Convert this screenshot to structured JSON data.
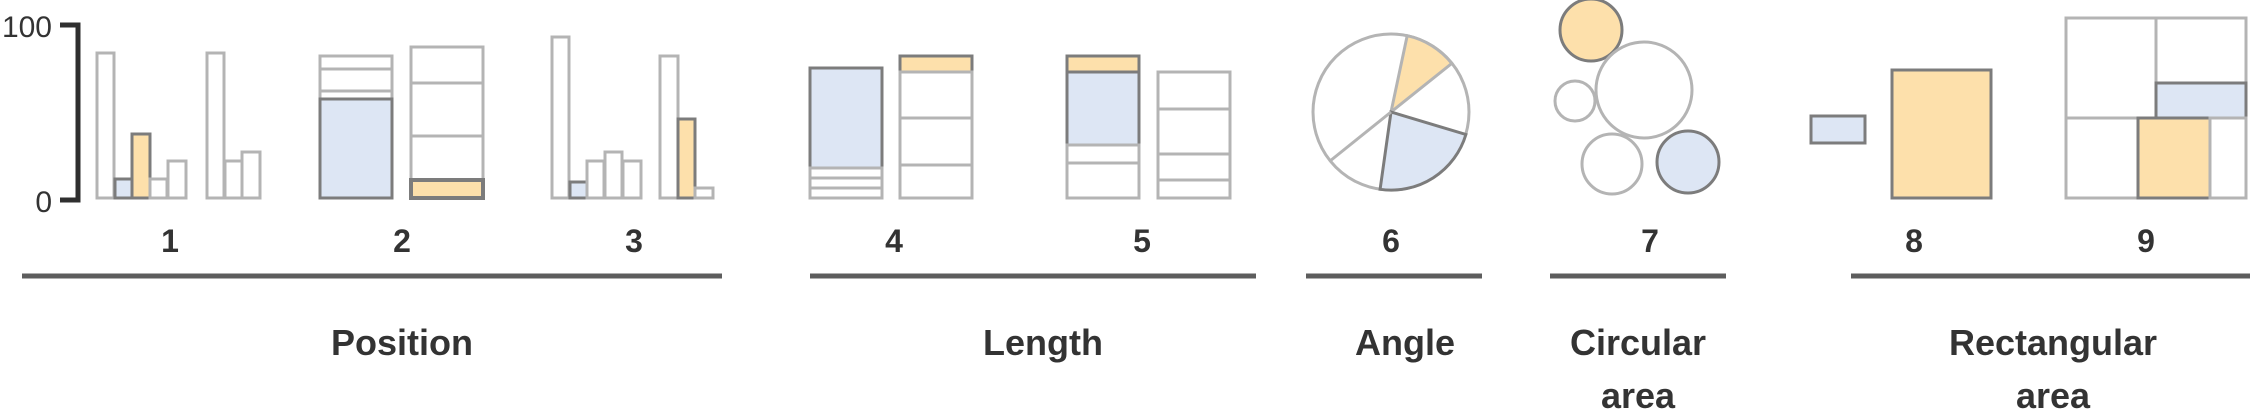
{
  "colors": {
    "outline": "#b4b4b4",
    "dark_outline": "#7c7c7c",
    "blue_fill": "#dde6f4",
    "orange_fill": "#fde0ab",
    "bracket_line": "#2f2f2f",
    "group_line": "#5d5d5d",
    "text": "#333333"
  },
  "axis": {
    "max_label": "100",
    "min_label": "0"
  },
  "items": [
    {
      "id": "1",
      "label": "1",
      "encoding": "position-bars"
    },
    {
      "id": "2",
      "label": "2",
      "encoding": "position-stacked"
    },
    {
      "id": "3",
      "label": "3",
      "encoding": "position-bars"
    },
    {
      "id": "4",
      "label": "4",
      "encoding": "length-stacked"
    },
    {
      "id": "5",
      "label": "5",
      "encoding": "length-stacked"
    },
    {
      "id": "6",
      "label": "6",
      "encoding": "angle-pie"
    },
    {
      "id": "7",
      "label": "7",
      "encoding": "circle-area"
    },
    {
      "id": "8",
      "label": "8",
      "encoding": "rectangle-area"
    },
    {
      "id": "9",
      "label": "9",
      "encoding": "treemap-area"
    }
  ],
  "groups": [
    {
      "label_lines": [
        "Position"
      ]
    },
    {
      "label_lines": [
        "Length"
      ]
    },
    {
      "label_lines": [
        "Angle"
      ]
    },
    {
      "label_lines": [
        "Circular",
        "area"
      ]
    },
    {
      "label_lines": [
        "Rectangular",
        "area"
      ]
    }
  ]
}
